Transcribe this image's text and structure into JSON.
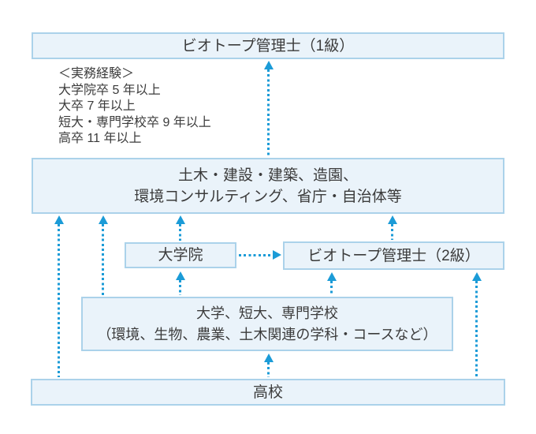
{
  "diagram": {
    "boxes": {
      "level1": "ビオトープ管理士（1級）",
      "organizations": {
        "line1": "土木・建設・建築、造園、",
        "line2": "環境コンサルティング、省庁・自治体等"
      },
      "grad_school": "大学院",
      "level2": "ビオトープ管理士（2級）",
      "university": {
        "line1": "大学、短大、専門学校",
        "line2": "（環境、生物、農業、土木関連の学科・コースなど）"
      },
      "high_school": "高校"
    },
    "experience_note": {
      "heading": "＜実務経験＞",
      "lines": [
        "大学院卒 5 年以上",
        "大卒 7 年以上",
        "短大・専門学校卒 9 年以上",
        "高卒 11 年以上"
      ]
    },
    "colors": {
      "box_fill": "#eaf3fa",
      "box_border": "#abd2ea",
      "arrow": "#1b9bd7",
      "text": "#3b3b3b"
    }
  }
}
